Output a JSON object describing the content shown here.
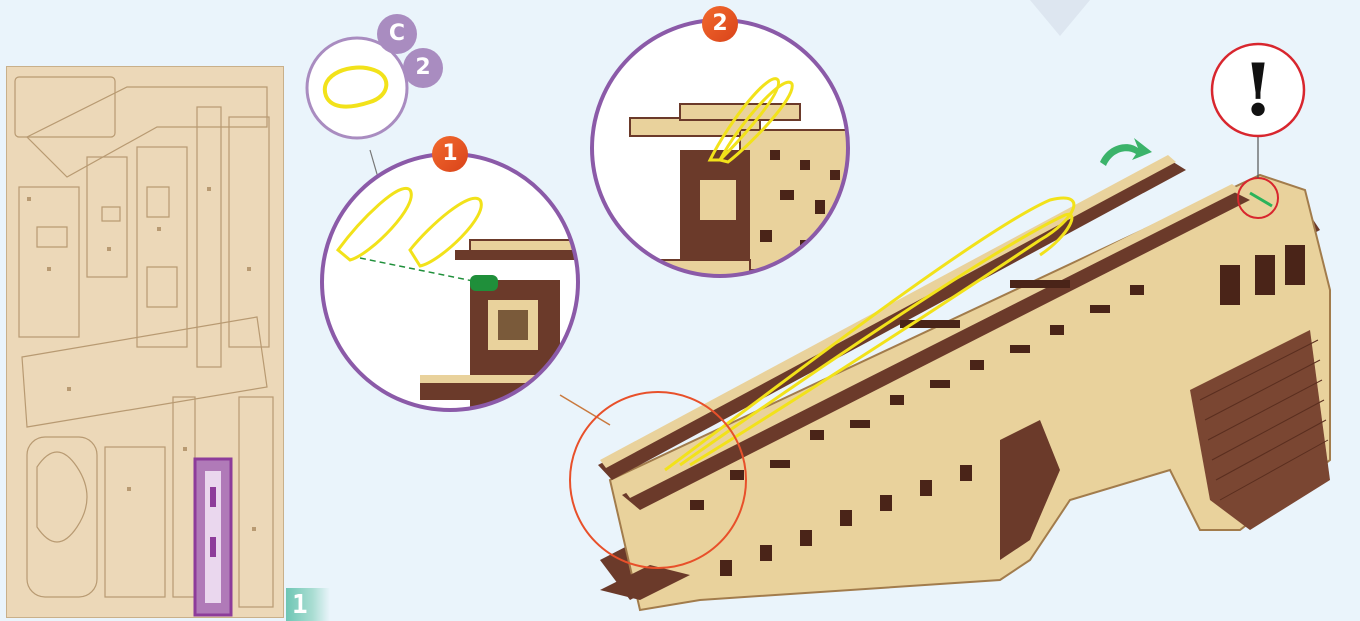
{
  "sheet": {
    "number": "1"
  },
  "parts_callout": {
    "letter": "C",
    "quantity": "2"
  },
  "steps": [
    {
      "number": "1"
    },
    {
      "number": "2"
    }
  ],
  "warning": {
    "symbol": "!"
  },
  "icons": [
    "rubber-band-icon",
    "rotate-arrow-icon",
    "warning-icon"
  ],
  "colors": {
    "callout_ring": "#8b5aa8",
    "highlight_ring": "#e8502a",
    "warning_ring": "#d8262e",
    "rubber_band": "#f2e21a",
    "arrow": "#3bb36a",
    "step_badge": "#e8542a",
    "part_badge": "#a98cc0",
    "wood_light": "#e9d29c",
    "wood_dark": "#6b3a2a"
  }
}
